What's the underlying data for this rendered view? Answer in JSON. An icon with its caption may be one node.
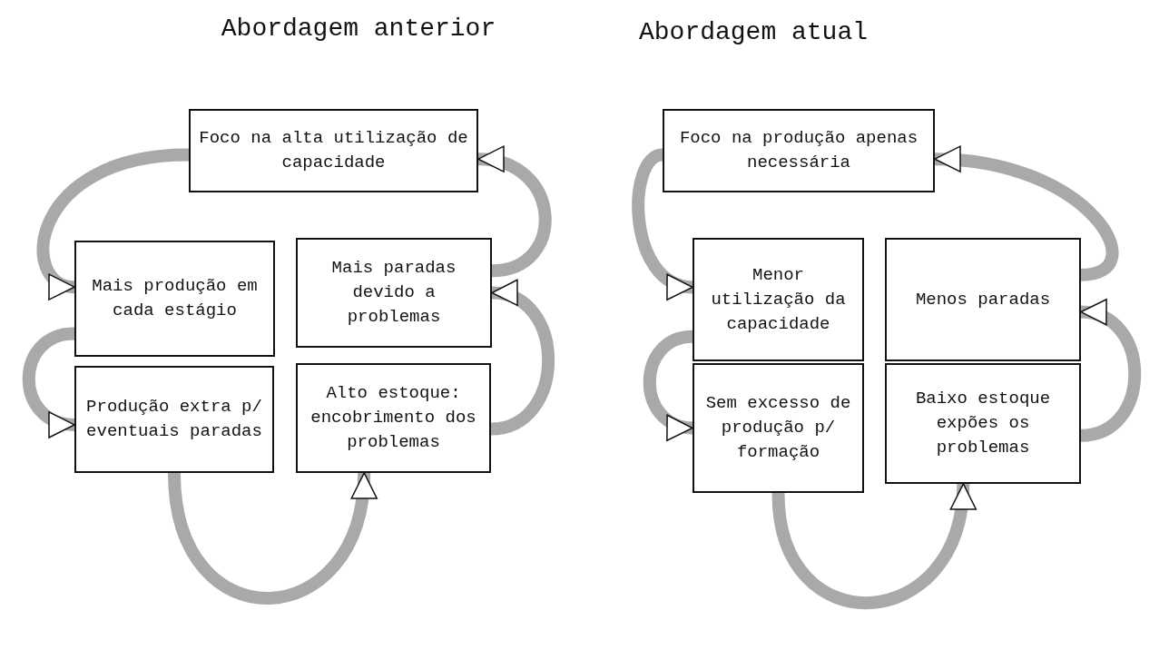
{
  "diagram": {
    "nodes": [
      {
        "text": [
          "Foco na alta utilização de capacidade"
        ]
      },
      {
        "text": [
          "Mais produção em cada estágio"
        ]
      },
      {
        "text": [
          "Mais paradas devido a problemas"
        ]
      },
      {
        "text": [
          "Produção extra p/ eventuais paradas"
        ]
      },
      {
        "text": [
          "Alto estoque: encobrimento dos problemas"
        ]
      },
      {
        "text": [
          "Foco na produção apenas necessária"
        ]
      },
      {
        "text": [
          "Menor utilização da capacidade"
        ]
      },
      {
        "text": [
          "Menos paradas"
        ]
      },
      {
        "text": [
          "Sem excesso de produção p/ formação"
        ]
      },
      {
        "text": [
          "Baixo estoque expões os problemas"
        ]
      }
    ],
    "edges": [
      {
        "from": 0,
        "to": 1,
        "arrow": "to"
      },
      {
        "from": 1,
        "to": 3,
        "arrow": "to"
      },
      {
        "from": 3,
        "to": 4,
        "arrow": "to"
      },
      {
        "from": 4,
        "to": 2,
        "arrow": "to"
      },
      {
        "from": 2,
        "to": 0,
        "arrow": "to"
      },
      {
        "from": 5,
        "to": 6,
        "arrow": "to"
      },
      {
        "from": 6,
        "to": 8,
        "arrow": "to"
      },
      {
        "from": 8,
        "to": 9,
        "arrow": "to"
      },
      {
        "from": 9,
        "to": 7,
        "arrow": "to"
      },
      {
        "from": 7,
        "to": 5,
        "arrow": "to"
      }
    ],
    "labels": [
      "Abordagem anterior",
      "Abordagem atual"
    ]
  }
}
